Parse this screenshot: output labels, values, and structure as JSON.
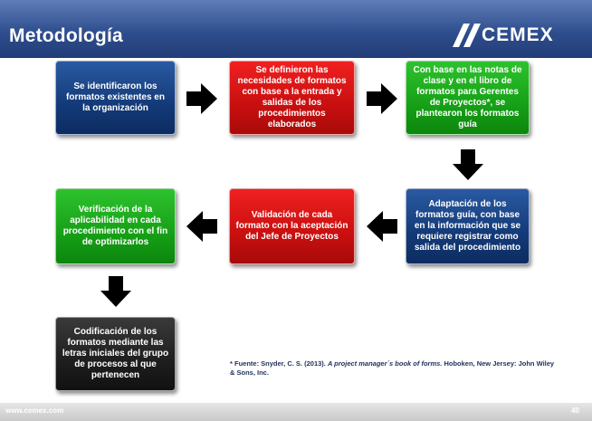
{
  "header": {
    "title": "Metodología",
    "logo_text": "CEMEX"
  },
  "steps": [
    {
      "text": "Se identificaron los formatos existentes en la organización",
      "color": "#133a78"
    },
    {
      "text": "Se definieron las necesidades de formatos con base a la entrada y salidas de los procedimientos elaborados",
      "color": "#c90f0f"
    },
    {
      "text": "Con base en las notas de clase y en el libro de formatos para Gerentes de Proyectos*, se plantearon los formatos guía",
      "color": "#16a016"
    },
    {
      "text": "Adaptación de los formatos guía, con base en la información que se requiere registrar como salida del procedimiento",
      "color": "#133a78"
    },
    {
      "text": "Validación de cada formato con la aceptación del Jefe de Proyectos",
      "color": "#c90f0f"
    },
    {
      "text": "Verificación de la aplicabilidad en cada procedimiento con el fin de optimizarlos",
      "color": "#16a016"
    },
    {
      "text": "Codificación de los formatos mediante las letras iniciales del grupo de procesos al que pertenecen",
      "color": "#1e1e1e"
    }
  ],
  "footnote": {
    "prefix": "* Fuente: Snyder, C. S. (2013). ",
    "book_title": "A project manager´s book of forms.",
    "suffix": " Hoboken, New Jersey: John Wiley & Sons, Inc."
  },
  "footer": {
    "url": "www.cemex.com",
    "page_number": "40"
  }
}
